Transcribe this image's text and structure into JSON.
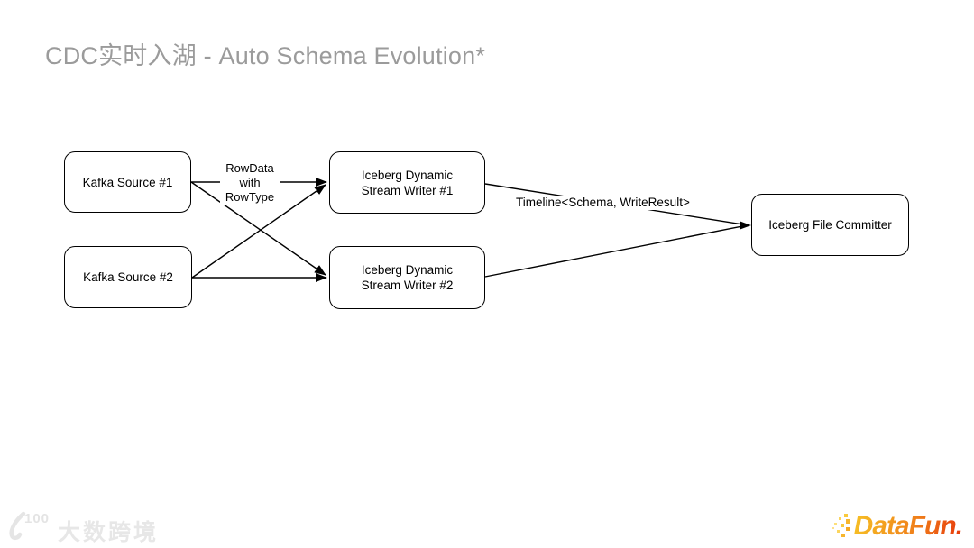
{
  "title": "CDC实时入湖 - Auto Schema Evolution*",
  "diagram": {
    "nodes": [
      {
        "id": "kafka-source-1",
        "label": "Kafka Source #1"
      },
      {
        "id": "kafka-source-2",
        "label": "Kafka Source #2"
      },
      {
        "id": "iceberg-writer-1",
        "label": "Iceberg Dynamic\nStream Writer #1"
      },
      {
        "id": "iceberg-writer-2",
        "label": "Iceberg Dynamic\nStream Writer #2"
      },
      {
        "id": "iceberg-file-committer",
        "label": "Iceberg File Committer"
      }
    ],
    "edge_labels": {
      "rowdata": "RowData\nwith\nRowType",
      "timeline": "Timeline<Schema, WriteResult>"
    },
    "edges": [
      {
        "from": "kafka-source-1",
        "to": "iceberg-writer-1",
        "label": "RowData with RowType"
      },
      {
        "from": "kafka-source-1",
        "to": "iceberg-writer-2",
        "label": ""
      },
      {
        "from": "kafka-source-2",
        "to": "iceberg-writer-1",
        "label": ""
      },
      {
        "from": "kafka-source-2",
        "to": "iceberg-writer-2",
        "label": ""
      },
      {
        "from": "iceberg-writer-1",
        "to": "iceberg-file-committer",
        "label": "Timeline<Schema, WriteResult>"
      },
      {
        "from": "iceberg-writer-2",
        "to": "iceberg-file-committer",
        "label": ""
      }
    ]
  },
  "footer": {
    "watermark_mark": "100",
    "watermark_text": "大数跨境",
    "brand": "DataFun."
  },
  "colors": {
    "title": "#9b9b9b",
    "node_border": "#000000",
    "line": "#000000",
    "brand_orange": "#f08019",
    "watermark": "#e7e7e7"
  }
}
